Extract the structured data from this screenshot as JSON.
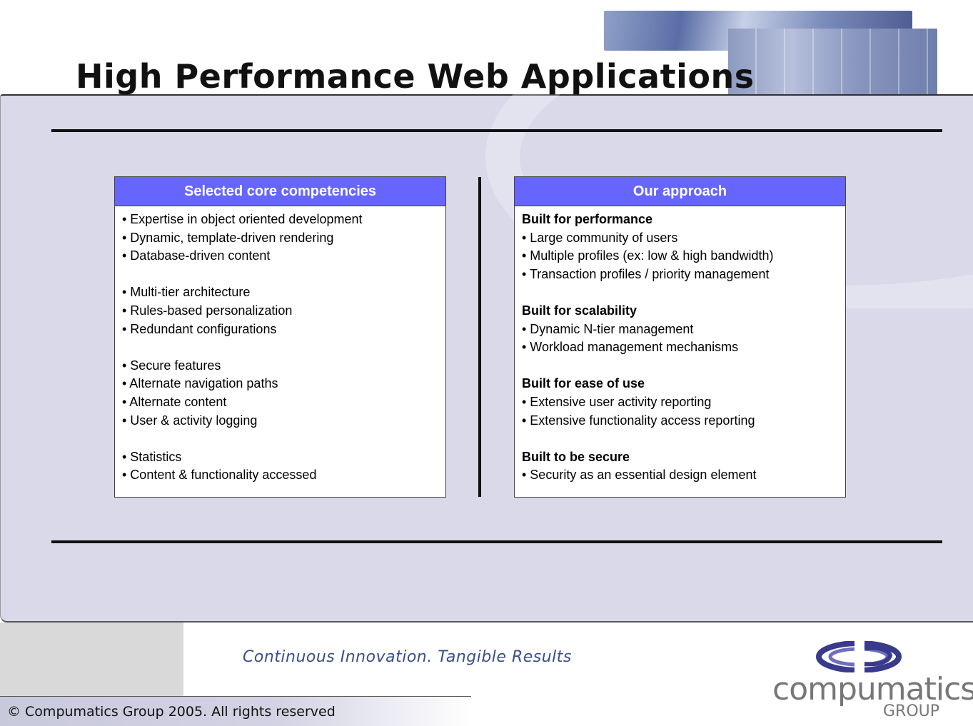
{
  "slide": {
    "title": "High Performance Web Applications",
    "tagline": "Continuous Innovation.  Tangible Results",
    "copyright": "© Compumatics Group 2005.  All rights reserved"
  },
  "left_panel": {
    "header": "Selected core competencies",
    "lines": [
      "• Expertise in object oriented development",
      "• Dynamic, template-driven rendering",
      "• Database-driven content",
      "",
      "• Multi-tier architecture",
      "• Rules-based personalization",
      "• Redundant configurations",
      "",
      "• Secure features",
      "• Alternate navigation paths",
      "• Alternate content",
      "• User & activity logging",
      "",
      "• Statistics",
      "• Content & functionality accessed"
    ]
  },
  "right_panel": {
    "header": "Our approach",
    "lines": [
      "Built for performance",
      "• Large community of users",
      "• Multiple profiles (ex: low & high bandwidth)",
      "• Transaction profiles / priority management",
      "",
      "Built for scalability",
      "• Dynamic N-tier management",
      "• Workload management mechanisms",
      "",
      "Built for ease of use",
      "• Extensive user activity reporting",
      "• Extensive functionality access reporting",
      "",
      "Built to be secure",
      "• Security as an essential design element"
    ]
  },
  "logo": {
    "name": "compumatics",
    "sub": "GROUP",
    "color_primary": "#3a3a8c",
    "color_text": "#777777"
  },
  "colors": {
    "panel_header": "#6666ff",
    "content_bg": "#d9d9ea",
    "tagline": "#3a4f8a"
  }
}
